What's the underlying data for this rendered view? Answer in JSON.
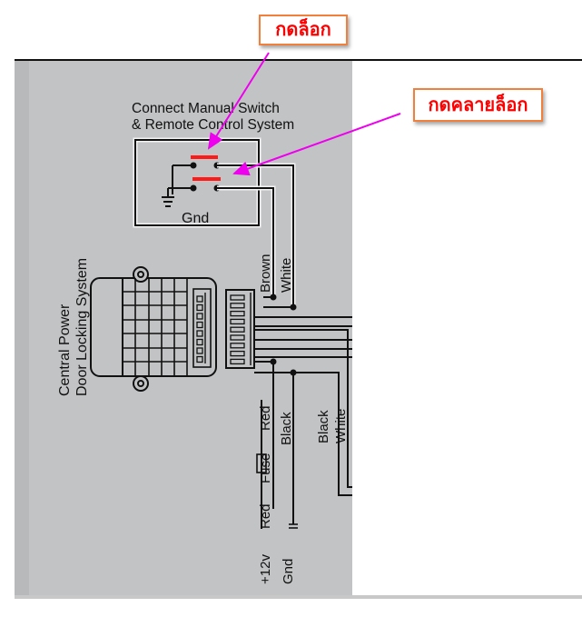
{
  "annotations": {
    "lock_label": "กดล็อก",
    "unlock_label": "กดคลายล็อก",
    "arrow_color": "#ee00ee",
    "callout_border_color": "#f0803c",
    "callout_text_color": "#ff0000",
    "switch_mark_color": "#ff1a1a"
  },
  "diagram": {
    "switch_title_line1": "Connect Manual Switch",
    "switch_title_line2": "& Remote Control System",
    "switch_ground_label": "Gnd",
    "module_label_line1": "Central Power",
    "module_label_line2": "Door Locking System",
    "wire_labels": {
      "brown": "Brown",
      "white_top": "White",
      "red_upper": "Red",
      "black_left": "Black",
      "fuse": "Fuse",
      "red_lower": "Red",
      "plus12v": "+12v",
      "gnd_bottom": "Gnd",
      "black_right": "Black",
      "white_right": "White"
    }
  }
}
